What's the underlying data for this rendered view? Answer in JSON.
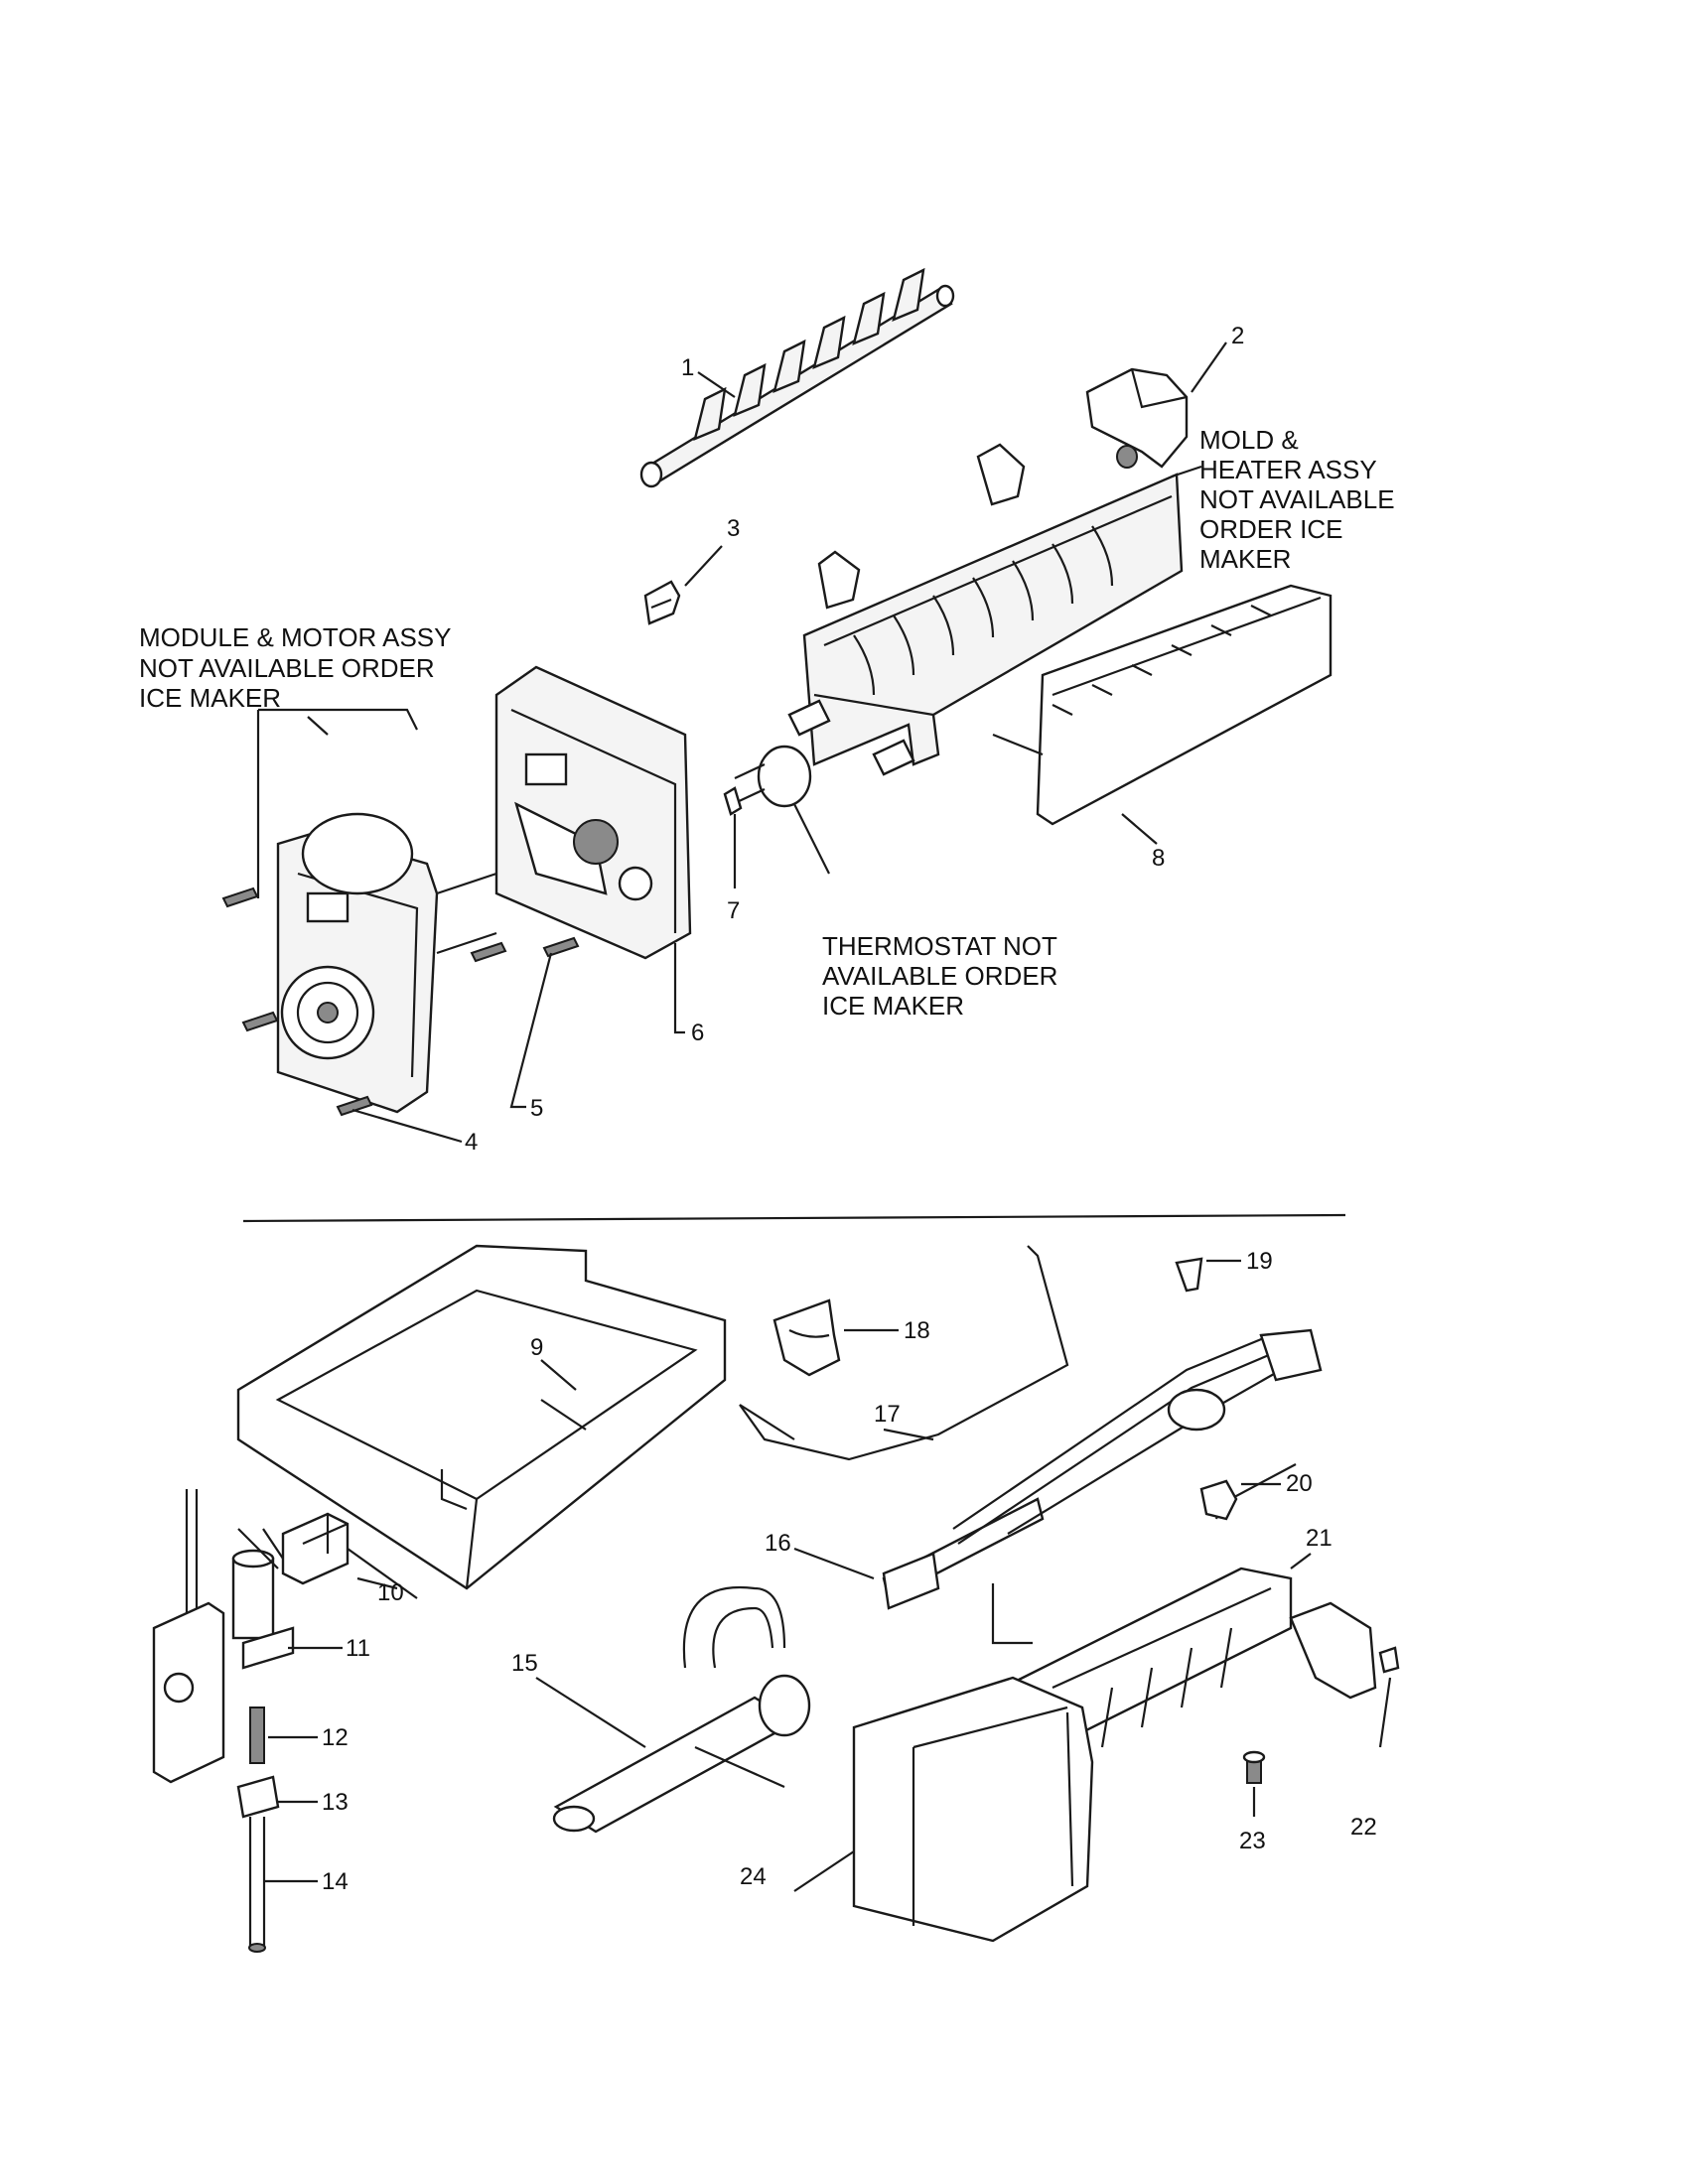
{
  "callouts": [
    {
      "id": "1",
      "text": "1"
    },
    {
      "id": "2",
      "text": "2"
    },
    {
      "id": "3",
      "text": "3"
    },
    {
      "id": "4",
      "text": "4"
    },
    {
      "id": "5",
      "text": "5"
    },
    {
      "id": "6",
      "text": "6"
    },
    {
      "id": "7",
      "text": "7"
    },
    {
      "id": "8",
      "text": "8"
    },
    {
      "id": "9",
      "text": "9"
    },
    {
      "id": "10",
      "text": "10"
    },
    {
      "id": "11",
      "text": "11"
    },
    {
      "id": "12",
      "text": "12"
    },
    {
      "id": "13",
      "text": "13"
    },
    {
      "id": "14",
      "text": "14"
    },
    {
      "id": "15",
      "text": "15"
    },
    {
      "id": "16",
      "text": "16"
    },
    {
      "id": "17",
      "text": "17"
    },
    {
      "id": "18",
      "text": "18"
    },
    {
      "id": "19",
      "text": "19"
    },
    {
      "id": "20",
      "text": "20"
    },
    {
      "id": "21",
      "text": "21"
    },
    {
      "id": "22",
      "text": "22"
    },
    {
      "id": "23",
      "text": "23"
    },
    {
      "id": "24",
      "text": "24"
    }
  ],
  "notes": {
    "mold_heater": [
      "MOLD &",
      "HEATER ASSY",
      "NOT AVAILABLE",
      "ORDER ICE",
      "MAKER"
    ],
    "module_motor": [
      "MODULE & MOTOR ASSY",
      "NOT AVAILABLE ORDER",
      "ICE MAKER"
    ],
    "thermostat": [
      "THERMOSTAT NOT",
      "AVAILABLE ORDER",
      "ICE MAKER"
    ]
  }
}
